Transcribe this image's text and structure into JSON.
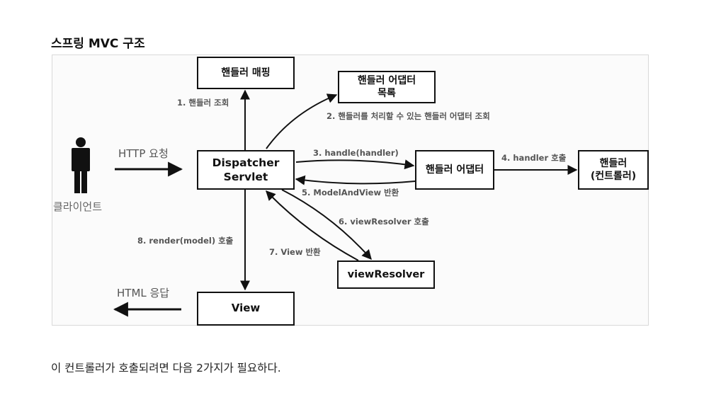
{
  "heading": "스프링 MVC 구조",
  "nodes": {
    "handler_mapping": "핸들러 매핑",
    "handler_adapter_list": "핸들러 어댑터\n목록",
    "dispatcher_servlet": "Dispatcher\nServlet",
    "handler_adapter": "핸들러 어댑터",
    "handler": "핸들러\n(컨트롤러)",
    "view_resolver": "viewResolver",
    "view": "View"
  },
  "client_label": "클라이언트",
  "flows": {
    "http_request": "HTTP 요청",
    "html_response": "HTML 응답",
    "step1": "1. 핸들러 조회",
    "step2": "2. 핸들러를 처리할 수 있는 핸들러 어댑터 조회",
    "step3": "3. handle(handler)",
    "step4": "4. handler 호출",
    "step5": "5. ModelAndView 반환",
    "step6": "6. viewResolver 호출",
    "step7": "7. View 반환",
    "step8": "8. render(model) 호출"
  },
  "footer_text": "이 컨트롤러가 호출되려면 다음 2가지가 필요하다.",
  "colors": {
    "line": "#111111",
    "label": "#555555",
    "frame_border": "#d9d9d9"
  }
}
